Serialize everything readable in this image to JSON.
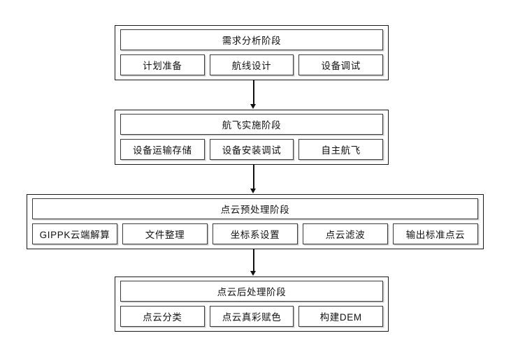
{
  "diagram": {
    "type": "flowchart",
    "orientation": "vertical",
    "stages": [
      {
        "title": "需求分析阶段",
        "items": [
          "计划准备",
          "航线设计",
          "设备调试"
        ]
      },
      {
        "title": "航飞实施阶段",
        "items": [
          "设备运输存储",
          "设备安装调试",
          "自主航飞"
        ]
      },
      {
        "title": "点云预处理阶段",
        "items": [
          "GIPPK云端解算",
          "文件整理",
          "坐标系设置",
          "点云滤波",
          "输出标准点云"
        ]
      },
      {
        "title": "点云后处理阶段",
        "items": [
          "点云分类",
          "点云真彩赋色",
          "构建DEM"
        ]
      }
    ],
    "connectors": [
      {
        "from": "需求分析阶段",
        "to": "航飞实施阶段",
        "marker": "arrow-down"
      },
      {
        "from": "航飞实施阶段",
        "to": "点云预处理阶段",
        "marker": "arrow-down"
      },
      {
        "from": "点云预处理阶段",
        "to": "点云后处理阶段",
        "marker": "arrow-down"
      }
    ],
    "colors": {
      "background": "#ffffff",
      "outer_border": "#1a1a1a",
      "inner_border": "#3a3a3a",
      "shadow": "#c9c9c9",
      "text": "#111111",
      "connector": "#111111"
    }
  }
}
